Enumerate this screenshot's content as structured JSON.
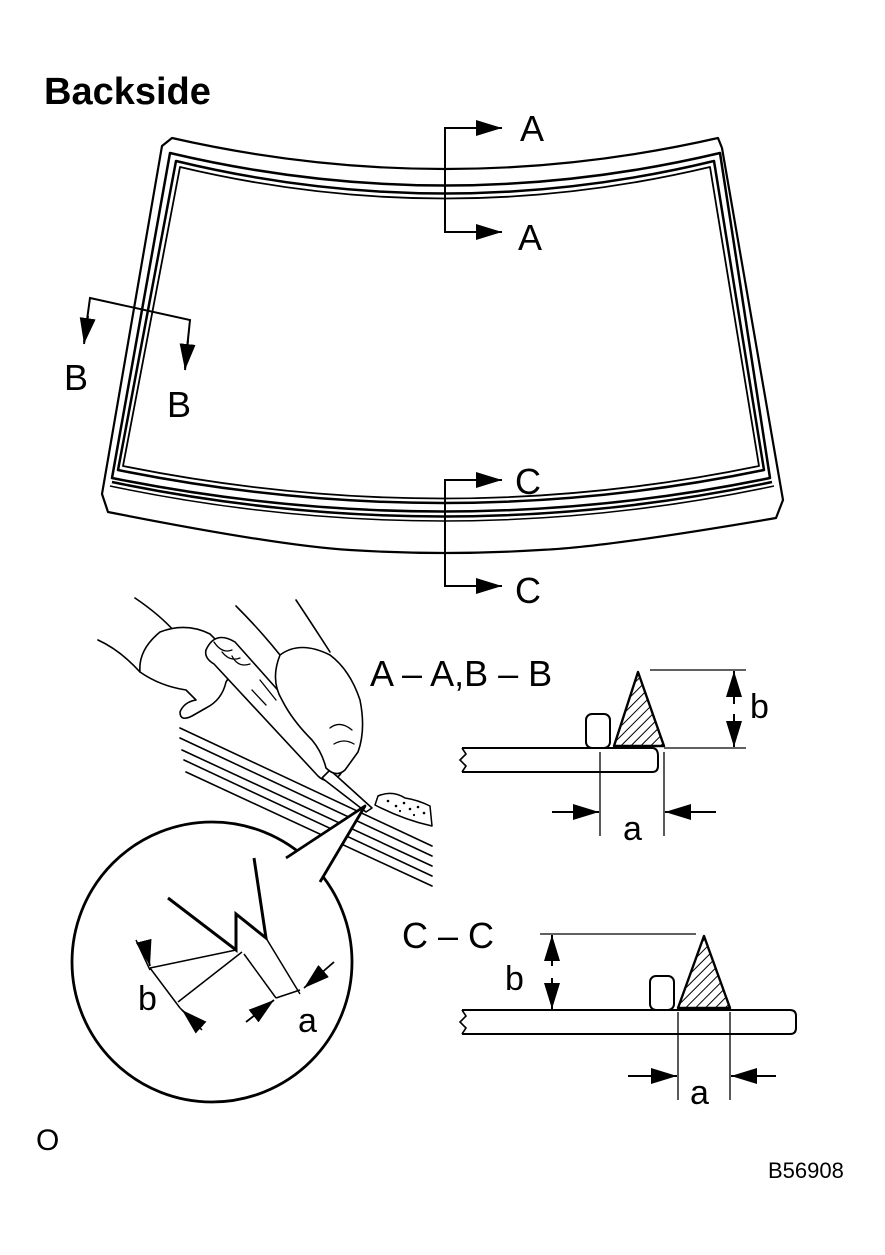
{
  "title": "Backside",
  "section_markers": {
    "a_top": "A",
    "a_bottom": "A",
    "b_left": "B",
    "b_right": "B",
    "c_top": "C",
    "c_bottom": "C"
  },
  "sections": {
    "ab_title": "A – A,B – B",
    "cc_title": "C – C"
  },
  "dimensions": {
    "ab_height": "b",
    "ab_width": "a",
    "cc_height": "b",
    "cc_width": "a",
    "nozzle_height": "b",
    "nozzle_width": "a"
  },
  "corner_mark": "O",
  "figure_code": "B56908"
}
